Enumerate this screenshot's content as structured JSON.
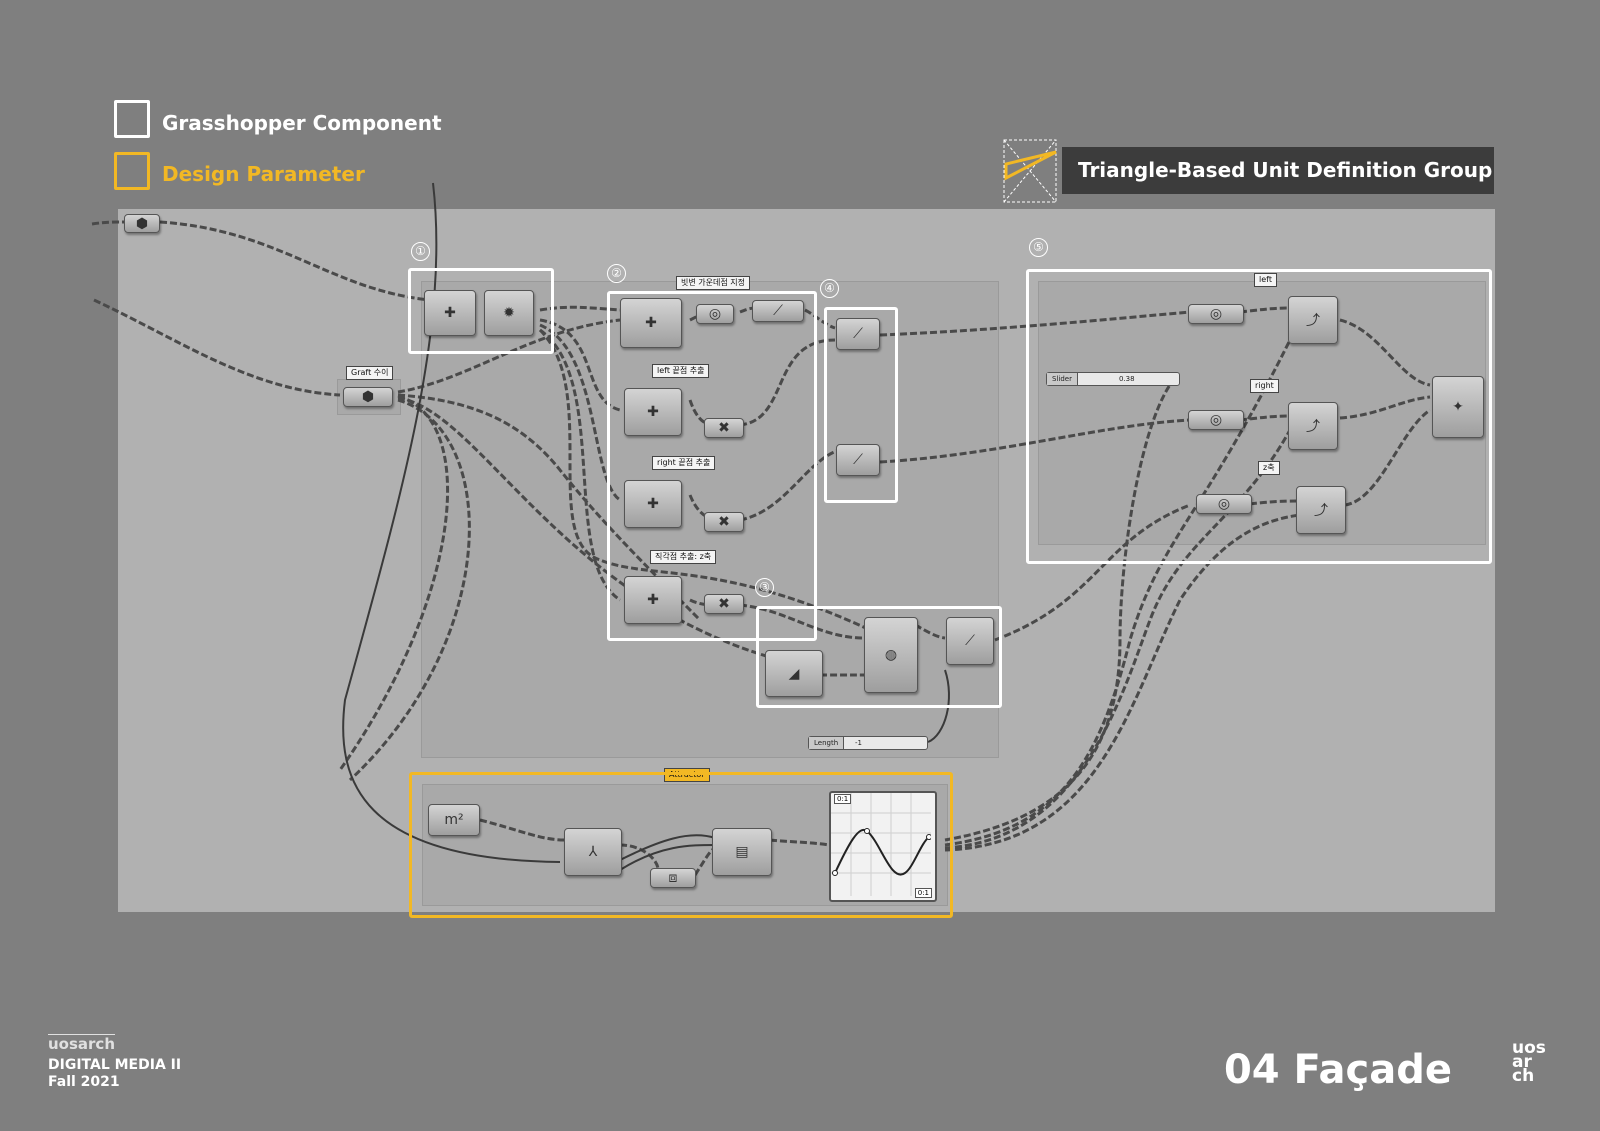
{
  "legend": {
    "component_label": "Grasshopper Component",
    "parameter_label": "Design Parameter",
    "component_color": "#ffffff",
    "parameter_color": "#f2b824"
  },
  "header": {
    "group_title": "Triangle-Based Unit Definition Group"
  },
  "groups": {
    "step1_number": "①",
    "step2_number": "②",
    "step3_number": "③",
    "step4_number": "④",
    "step5_number": "⑤"
  },
  "tags": {
    "graft": "Graft 수이",
    "apex": "빗변 가운데점 지정",
    "left_extract": "left 끝점 추출",
    "right_extract": "right 끝점 추출",
    "vertical_extract": "직각점 추출: z축",
    "left": "left",
    "right": "right",
    "z": "z축",
    "attractor": "Attractor"
  },
  "sliders": {
    "slider_label": "Slider",
    "slider_value": "0.38",
    "length_label": "Length",
    "length_value": "-1"
  },
  "graph": {
    "corner_top": "0:1",
    "corner_bottom": "0:1"
  },
  "footer": {
    "brand": "uosarch",
    "course": "DIGITAL MEDIA II",
    "term": "Fall 2021",
    "page_title": "04 Façade",
    "logo_line1": "uos",
    "logo_line2": "ar",
    "logo_line3": "ch"
  }
}
